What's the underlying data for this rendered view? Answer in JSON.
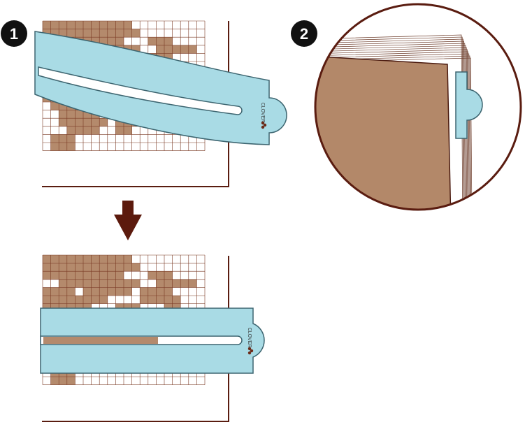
{
  "steps": [
    {
      "number": "1"
    },
    {
      "number": "2"
    }
  ],
  "brand": "CLOVER",
  "icons": {
    "step_arrow": "arrow-down-icon",
    "brand_logo": "clover-leaf-icon"
  },
  "colors": {
    "strip": "#a9dbe5",
    "strip_stroke": "#3d6570",
    "filled_cell": "#b48a6c",
    "grid_line": "#7a3a24",
    "page_border": "#5a1c10",
    "arrow": "#5c1a0d",
    "circle_border": "#5a1c10",
    "book_cover": "#b38869",
    "badge": "#111111"
  }
}
